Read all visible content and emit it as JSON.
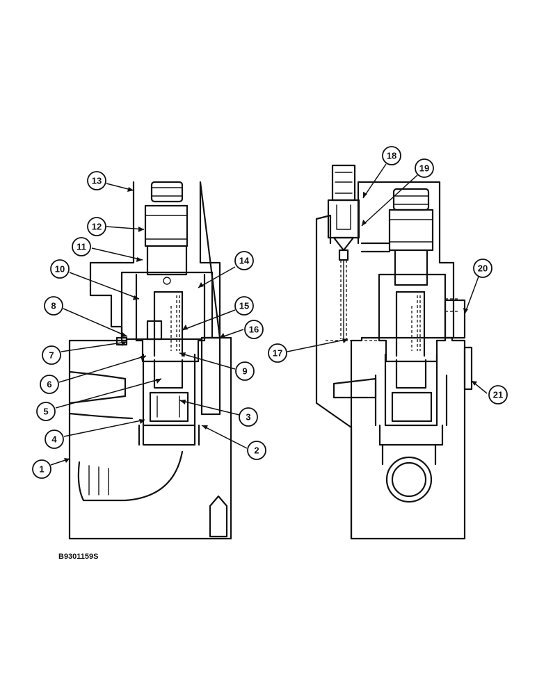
{
  "figure_code": "B9301159S",
  "callouts": [
    {
      "id": "c1",
      "label": "1"
    },
    {
      "id": "c2",
      "label": "2"
    },
    {
      "id": "c3",
      "label": "3"
    },
    {
      "id": "c4",
      "label": "4"
    },
    {
      "id": "c5",
      "label": "5"
    },
    {
      "id": "c6",
      "label": "6"
    },
    {
      "id": "c7",
      "label": "7"
    },
    {
      "id": "c8",
      "label": "8"
    },
    {
      "id": "c9",
      "label": "9"
    },
    {
      "id": "c10",
      "label": "10"
    },
    {
      "id": "c11",
      "label": "11"
    },
    {
      "id": "c12",
      "label": "12"
    },
    {
      "id": "c13",
      "label": "13"
    },
    {
      "id": "c14",
      "label": "14"
    },
    {
      "id": "c15",
      "label": "15"
    },
    {
      "id": "c16",
      "label": "16"
    },
    {
      "id": "c17",
      "label": "17"
    },
    {
      "id": "c18",
      "label": "18"
    },
    {
      "id": "c19",
      "label": "19"
    },
    {
      "id": "c20",
      "label": "20"
    },
    {
      "id": "c21",
      "label": "21"
    }
  ]
}
